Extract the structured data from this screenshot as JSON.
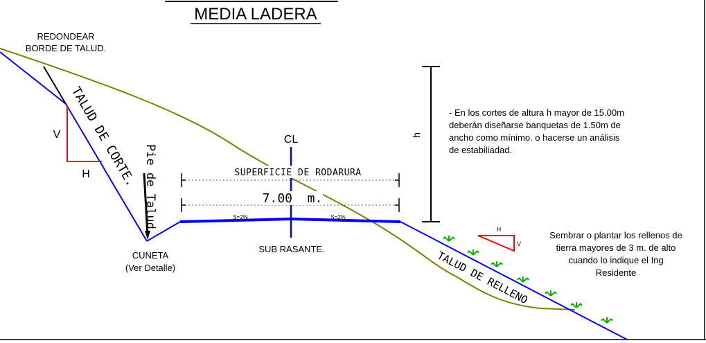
{
  "title": "MEDIA LADERA",
  "labels": {
    "round_edge_line1": "REDONDEAR",
    "round_edge_line2": "BORDE DE TALUD.",
    "cut_slope": "TALUD DE CORTE.",
    "toe_slope": "Pie de Talud.",
    "v_label": "V",
    "h_label": "H",
    "ditch_line1": "CUNETA",
    "ditch_line2": "(Ver Detalle)",
    "centerline": "CL",
    "road_surface": "SUPERFICIE DE RODARURA",
    "width": "7.00  m.",
    "slope_left": "S=2%",
    "slope_right": "S=2%",
    "subgrade": "SUB RASANTE.",
    "height_symbol": "h",
    "fill_slope": "TALUD DE RELLENO",
    "small_h": "H",
    "small_v": "V"
  },
  "notes": {
    "cut_note": [
      "- En los cortes de altura h mayor de 15.00m",
      "deberán diseñarse banquetas de 1.50m de",
      "ancho como mínimo. o hacerse un análisis",
      "de estabiliadad."
    ],
    "fill_note": [
      "Sembrar o plantar los rellenos de",
      "tierra mayores de 3 m. de alto",
      "cuando lo indique el Ing",
      "Residente"
    ]
  },
  "colors": {
    "terrain": "#808000",
    "slope_lines": "#0000ff",
    "road": "#0000ff",
    "ratio_triangle": "#ff0000",
    "plants": "#00b400",
    "dimension": "#000000"
  },
  "icons": {
    "plant": "grass-tuft-icon",
    "arrow": "arrowhead-icon"
  }
}
